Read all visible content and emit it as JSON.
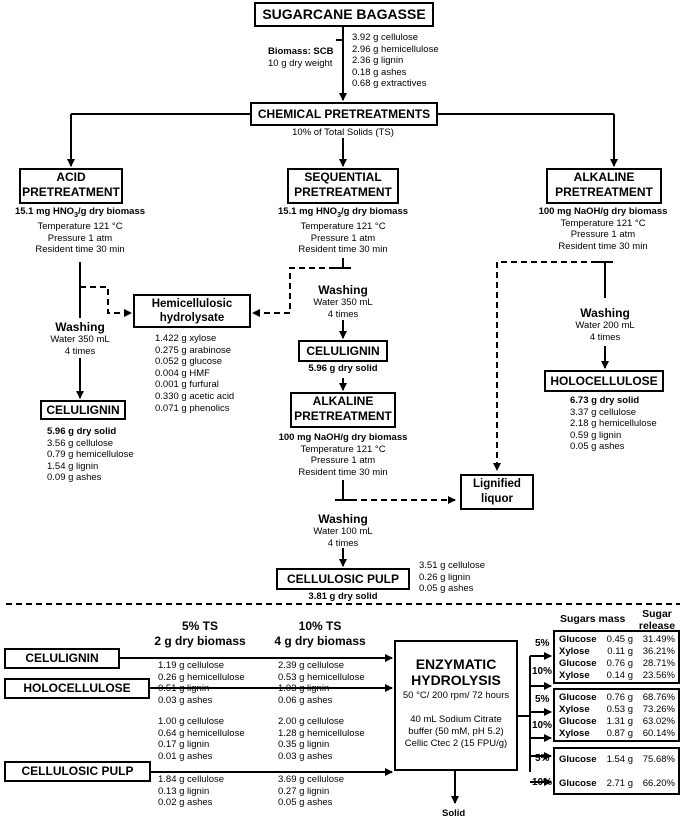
{
  "top": {
    "title": "SUGARCANE BAGASSE",
    "biomass_label": "Biomass: SCB",
    "biomass_weight": "10 g dry weight",
    "composition": [
      "3.92 g cellulose",
      "2.96 g hemicellulose",
      "2.36 g lignin",
      "0.18 g ashes",
      "0.68 g extractives"
    ]
  },
  "chemical": {
    "title": "CHEMICAL PRETREATMENTS",
    "subtitle": "10% of Total Solids (TS)"
  },
  "acid": {
    "title_line1": "ACID",
    "title_line2": "PRETREATMENT",
    "dose_prefix": "15.1 mg HNO",
    "dose_sub": "3",
    "dose_suffix": "/g dry biomass",
    "conditions": [
      "Temperature 121 °C",
      "Pressure 1 atm",
      "Resident time 30 min"
    ],
    "washing_title": "Washing",
    "washing": [
      "Water 350 mL",
      "4 times"
    ],
    "product": "CELULIGNIN",
    "product_solid": "5.96 g dry solid",
    "product_comp": [
      "3.56 g cellulose",
      "0.79 g hemicellulose",
      "1.54 g lignin",
      "0.09 g ashes"
    ]
  },
  "hemi": {
    "title_line1": "Hemicellulosic",
    "title_line2": "hydrolysate",
    "comp": [
      "1.422 g xylose",
      "0.275 g arabinose",
      "0.052 g glucose",
      "0.004 g HMF",
      "0.001 g furfural",
      "0.330 g acetic acid",
      "0.071 g phenolics"
    ]
  },
  "sequential": {
    "title_line1": "SEQUENTIAL",
    "title_line2": "PRETREATMENT",
    "dose_prefix": "15.1 mg HNO",
    "dose_sub": "3",
    "dose_suffix": "/g dry biomass",
    "conditions": [
      "Temperature 121 °C",
      "Pressure 1 atm",
      "Resident time 30 min"
    ],
    "washing_title": "Washing",
    "washing": [
      "Water 350 mL",
      "4 times"
    ],
    "celulignin": "CELULIGNIN",
    "celulignin_solid": "5.96 g dry solid",
    "alk_title_line1": "ALKALINE",
    "alk_title_line2": "PRETREATMENT",
    "alk_dose": "100 mg NaOH/g dry biomass",
    "alk_conditions": [
      "Temperature 121 °C",
      "Pressure 1 atm",
      "Resident time 30 min"
    ],
    "washing2_title": "Washing",
    "washing2": [
      "Water 100 mL",
      "4 times"
    ],
    "pulp": "CELLULOSIC PULP",
    "pulp_solid": "3.81 g dry solid",
    "pulp_comp": [
      "3.51 g cellulose",
      "0.26 g lignin",
      "0.05 g ashes"
    ]
  },
  "alkaline": {
    "title_line1": "ALKALINE",
    "title_line2": "PRETREATMENT",
    "dose": "100 mg NaOH/g dry biomass",
    "conditions": [
      "Temperature 121 °C",
      "Pressure 1 atm",
      "Resident time 30 min"
    ],
    "washing_title": "Washing",
    "washing": [
      "Water 200 mL",
      "4 times"
    ],
    "product": "HOLOCELLULOSE",
    "product_solid": "6.73 g dry solid",
    "product_comp": [
      "3.37 g cellulose",
      "2.18 g hemicellulose",
      "0.59 g lignin",
      "0.05 g ashes"
    ]
  },
  "lignified": {
    "line1": "Lignified",
    "line2": "liquor"
  },
  "enzymatic": {
    "col1_line1": "5% TS",
    "col1_line2": "2 g dry biomass",
    "col2_line1": "10% TS",
    "col2_line2": "4 g dry biomass",
    "rows": [
      {
        "label": "CELULIGNIN",
        "c5": [
          "1.19 g cellulose",
          "0.26 g hemicellulose",
          "0.51 g lignin",
          "0.03 g ashes"
        ],
        "c10": [
          "2.39 g cellulose",
          "0.53 g hemicellulose",
          "1.03 g lignin",
          "0.06 g ashes"
        ]
      },
      {
        "label": "HOLOCELLULOSE",
        "c5": [
          "1.00 g cellulose",
          "0.64 g hemicellulose",
          "0.17 g lignin",
          "0.01 g ashes"
        ],
        "c10": [
          "2.00 g cellulose",
          "1.28 g hemicellulose",
          "0.35 g lignin",
          "0.03 g ashes"
        ]
      },
      {
        "label": "CELLULOSIC PULP",
        "c5": [
          "1.84 g cellulose",
          "0.13 g lignin",
          "0.02 g ashes"
        ],
        "c10": [
          "3.69 g cellulose",
          "0.27 g lignin",
          "0.05 g ashes"
        ]
      }
    ],
    "title_line1": "ENZYMATIC",
    "title_line2": "HYDROLYSIS",
    "conditions": "50 °C/ 200 rpm/ 72 hours",
    "buffer": [
      "40 mL Sodium Citrate",
      "buffer (50 mM, pH 5.2)",
      "Cellic Ctec 2 (15 FPU/g)"
    ],
    "solid": "Solid"
  },
  "results": {
    "header_mass": "Sugars mass",
    "header_release_1": "Sugar",
    "header_release_2": "release",
    "pct5": "5%",
    "pct10": "10%",
    "celulignin": [
      {
        "sugar": "Glucose",
        "mass": "0.45 g",
        "release": "31.49%"
      },
      {
        "sugar": "Xylose",
        "mass": "0.11 g",
        "release": "36.21%"
      },
      {
        "sugar": "Glucose",
        "mass": "0.76 g",
        "release": "28.71%"
      },
      {
        "sugar": "Xylose",
        "mass": "0.14 g",
        "release": "23.56%"
      }
    ],
    "holocellulose": [
      {
        "sugar": "Glucose",
        "mass": "0.76 g",
        "release": "68.76%"
      },
      {
        "sugar": "Xylose",
        "mass": "0.53 g",
        "release": "73.26%"
      },
      {
        "sugar": "Glucose",
        "mass": "1.31 g",
        "release": "63.02%"
      },
      {
        "sugar": "Xylose",
        "mass": "0.87 g",
        "release": "60.14%"
      }
    ],
    "pulp": [
      {
        "sugar": "Glucose",
        "mass": "1.54 g",
        "release": "75.68%"
      },
      {
        "sugar": "Glucose",
        "mass": "2.71 g",
        "release": "66.20%"
      }
    ]
  }
}
